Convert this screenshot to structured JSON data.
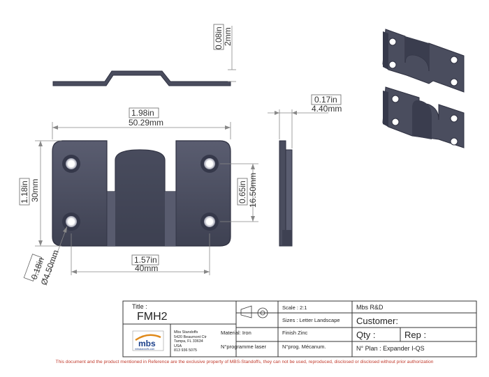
{
  "dimensions": {
    "thickness": {
      "in": "0.08in",
      "mm": "2mm"
    },
    "width_total": {
      "in": "1.98in",
      "mm": "50.29mm"
    },
    "height_total": {
      "in": "1.18in",
      "mm": "30mm"
    },
    "slot_height": {
      "in": "0.65in",
      "mm": "16.50mm"
    },
    "hole_spacing": {
      "in": "1.57in",
      "mm": "40mm"
    },
    "hole_diameter": {
      "in": "0.18in",
      "mm": "Ø4.50mm"
    },
    "side_depth": {
      "in": "0.17in",
      "mm": "4.40mm"
    }
  },
  "title_block": {
    "title_label": "Title :",
    "title_value": "FMH2",
    "scale": "Scale : 2:1",
    "sizes": "Sizes : Letter Landscape",
    "company": "Mbs R&D",
    "customer": "Customer:",
    "qty": "Qty :",
    "rep": "Rep :",
    "material": "Material: Iron",
    "finish": "Finish Zinc",
    "programme_laser": "N°programme laser",
    "prog_mecanum": "N°prog. Mécanum.",
    "plan": "N° Plan : Expander I-QS",
    "logo_text": "mbs",
    "logo_sub": "mbsstandoffs.com",
    "address": [
      "Mbs Standoffs",
      "5420 Beaumont Ctr",
      "Tampa, FL 33634",
      "USA",
      "813 936 5075"
    ]
  },
  "footer": "This document and the product mentioned in Reference are the exclusive property of MBS-Standoffs, they can not be used, reproduced, disclosed or disclosed without prior authorization",
  "colors": {
    "metal": "#4a4d5e",
    "metal_dark": "#2e3040",
    "line": "#555555",
    "footer": "#c0392b"
  }
}
